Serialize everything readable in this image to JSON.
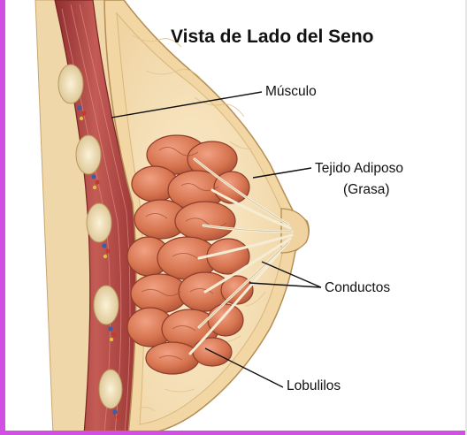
{
  "title": "Vista de Lado del Seno",
  "labels": {
    "muscle": "Músculo",
    "fat_line1": "Tejido Adiposo",
    "fat_line2": "(Grasa)",
    "ducts": "Conductos",
    "lobules": "Lobulilos"
  },
  "colors": {
    "edge": "#d24fe3",
    "skin": "#f2d6a4",
    "skin_edge": "#c9a66f",
    "fat": "#f6e2bd",
    "muscle": "#b94a48",
    "lobule": "#d97a5c",
    "lobule_edge": "#8f3d2a",
    "duct": "#f3ecd6",
    "rib": "#efe1b8"
  }
}
